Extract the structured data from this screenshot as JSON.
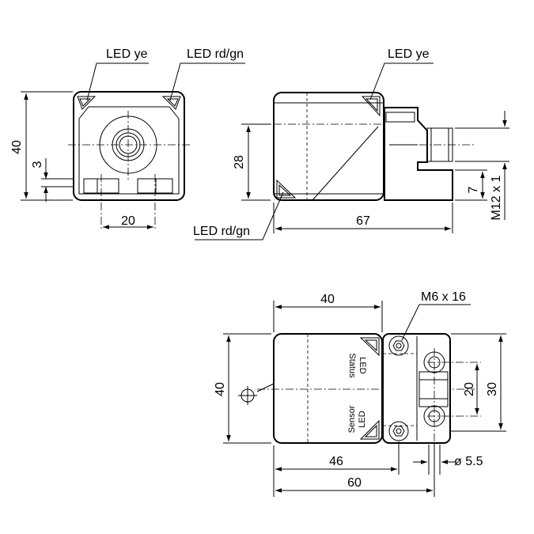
{
  "labels": {
    "led_ye_left": "LED ye",
    "led_rdgn_top": "LED rd/gn",
    "led_ye_right": "LED ye",
    "led_rdgn_bottom": "LED rd/gn",
    "screw": "M6 x 16",
    "status_line1": "Status",
    "status_line2": "LED",
    "sensor_line1": "Sensor",
    "sensor_line2": "LED"
  },
  "dimensions": {
    "front_height": "40",
    "front_offset": "3",
    "front_width": "20",
    "side_height": "28",
    "side_length": "67",
    "connector_offset": "7",
    "thread": "M12 x 1",
    "top_width": "40",
    "top_height": "40",
    "top_46": "46",
    "top_60": "60",
    "hole_spacing": "20",
    "bracket_height": "30",
    "hole_diameter": "ø 5.5"
  }
}
